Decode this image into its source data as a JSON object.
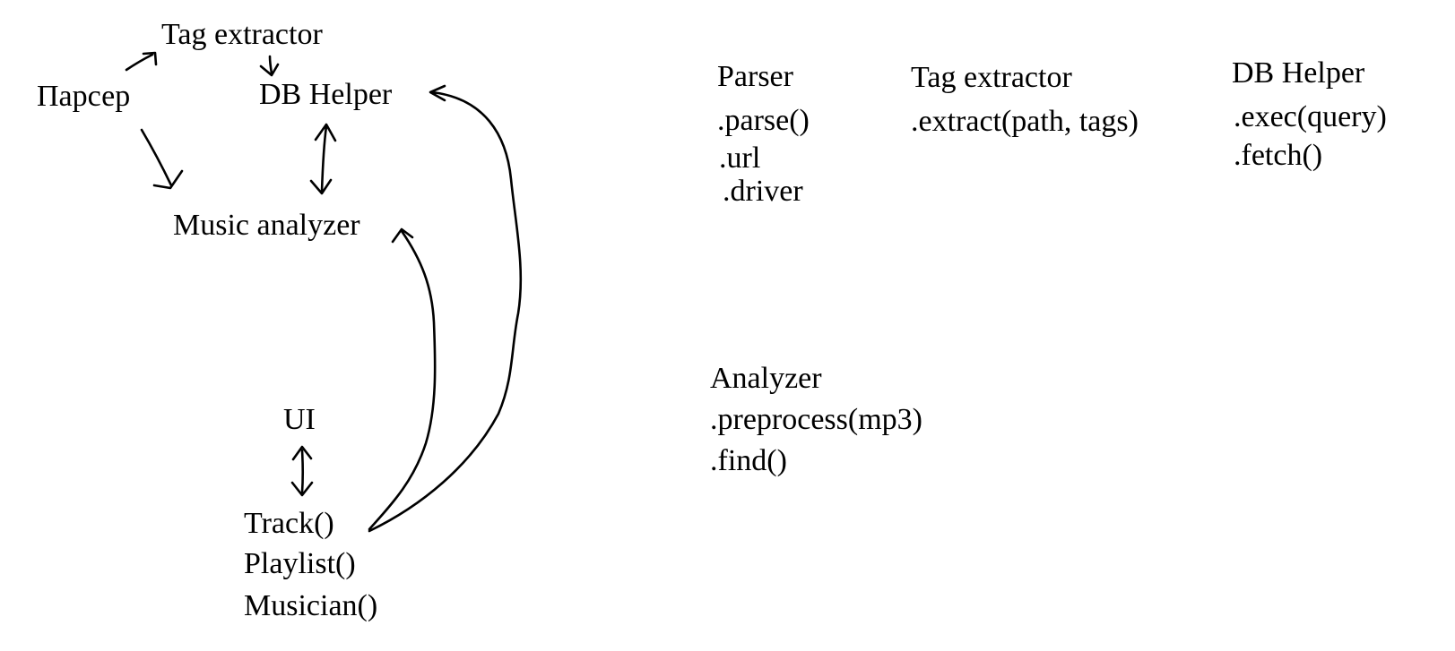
{
  "diagram": {
    "nodes": {
      "tag_extractor": "Tag extractor",
      "parser": "Парсер",
      "db_helper": "DB Helper",
      "music_analyzer": "Music analyzer",
      "ui": "UI",
      "track": "Track()",
      "playlist": "Playlist()",
      "musician": "Musician()"
    }
  },
  "classes": {
    "parser": {
      "name": "Parser",
      "members": [
        ".parse()",
        ".url",
        ".driver"
      ]
    },
    "tag_extractor": {
      "name": "Tag extractor",
      "members": [
        ".extract(path, tags)"
      ]
    },
    "db_helper": {
      "name": "DB Helper",
      "members": [
        ".exec(query)",
        ".fetch()"
      ]
    },
    "analyzer": {
      "name": "Analyzer",
      "members": [
        ".preprocess(mp3)",
        ".find()"
      ]
    }
  }
}
